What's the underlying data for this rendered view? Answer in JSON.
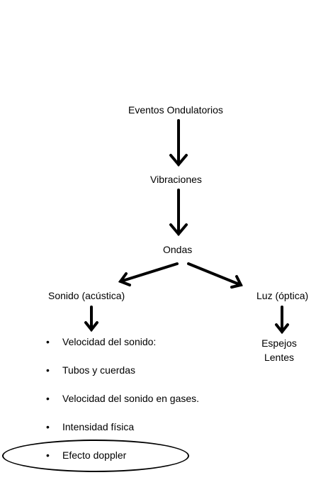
{
  "diagram": {
    "root": "Eventos Ondulatorios",
    "level2": "Vibraciones",
    "level3": "Ondas",
    "branch_left": "Sonido (acústica)",
    "branch_right": "Luz (óptica)",
    "sound_topics": [
      "Velocidad del sonido:",
      "Tubos y cuerdas",
      "Velocidad del sonido en gases.",
      "Intensidad   física",
      "Efecto doppler"
    ],
    "light_topics": [
      "Espejos",
      "Lentes"
    ],
    "bullet_glyph": "•"
  }
}
